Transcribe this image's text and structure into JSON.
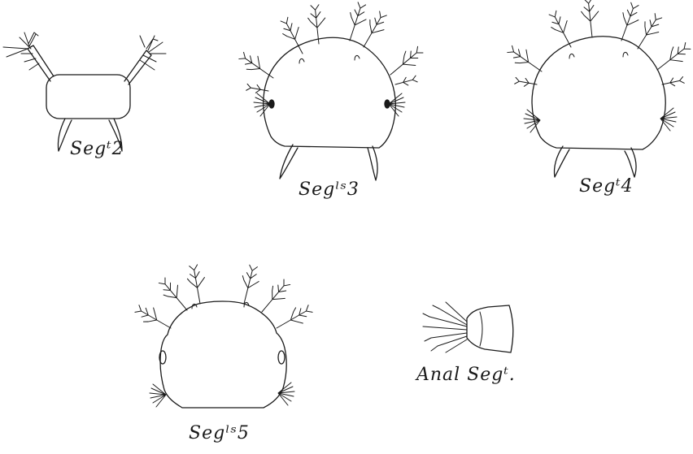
{
  "labels": {
    "seg2": "Segᵗ2",
    "seg3": "Segˡˢ3",
    "seg4": "Segᵗ4",
    "seg5": "Segˡˢ5",
    "anal": "Anal Segᵗ."
  },
  "ink_color": "#1a1a1a",
  "paper_color": "#ffffff"
}
